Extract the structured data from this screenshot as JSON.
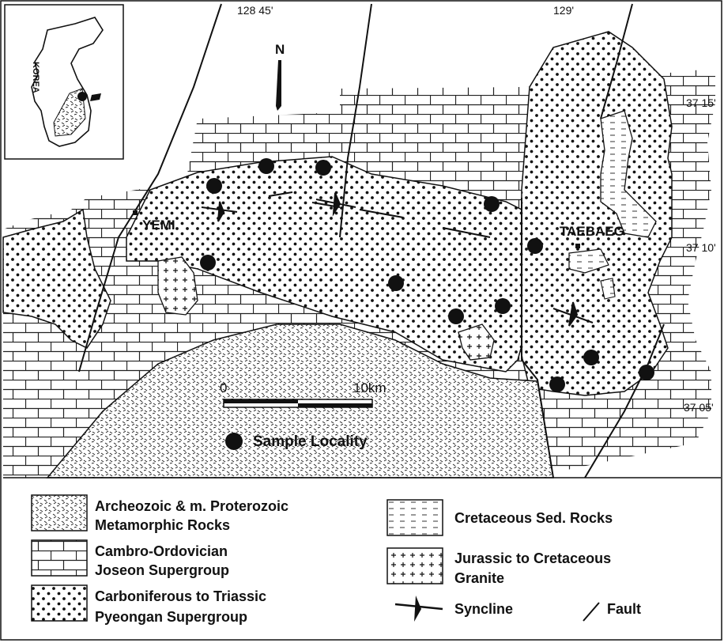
{
  "coords": {
    "lon1": "128 45'",
    "lon2": "129'",
    "lat1": "37 15'",
    "lat2": "37 10'",
    "lat3": "37 05'"
  },
  "inset": {
    "country": "KOREA"
  },
  "north": "N",
  "places": {
    "yemi": "YEMI",
    "taebaeg": "TAEBAEG"
  },
  "scale": {
    "start": "0",
    "end": "10km"
  },
  "sample_label": "Sample Locality",
  "legend": {
    "metamorphic": {
      "line1": "Archeozoic & m. Proterozoic",
      "line2": "Metamorphic Rocks"
    },
    "cambro": {
      "line1": "Cambro-Ordovician",
      "line2": "Joseon Supergroup"
    },
    "carboniferous": {
      "line1": "Carboniferous to Triassic",
      "line2": "Pyeongan Supergroup"
    },
    "cretaceous_sed": {
      "line1": "Cretaceous Sed. Rocks"
    },
    "granite": {
      "line1": "Jurassic to Cretaceous",
      "line2": "Granite"
    },
    "syncline": "Syncline",
    "fault": "Fault"
  },
  "colors": {
    "ink": "#111111",
    "paper": "#ffffff"
  }
}
